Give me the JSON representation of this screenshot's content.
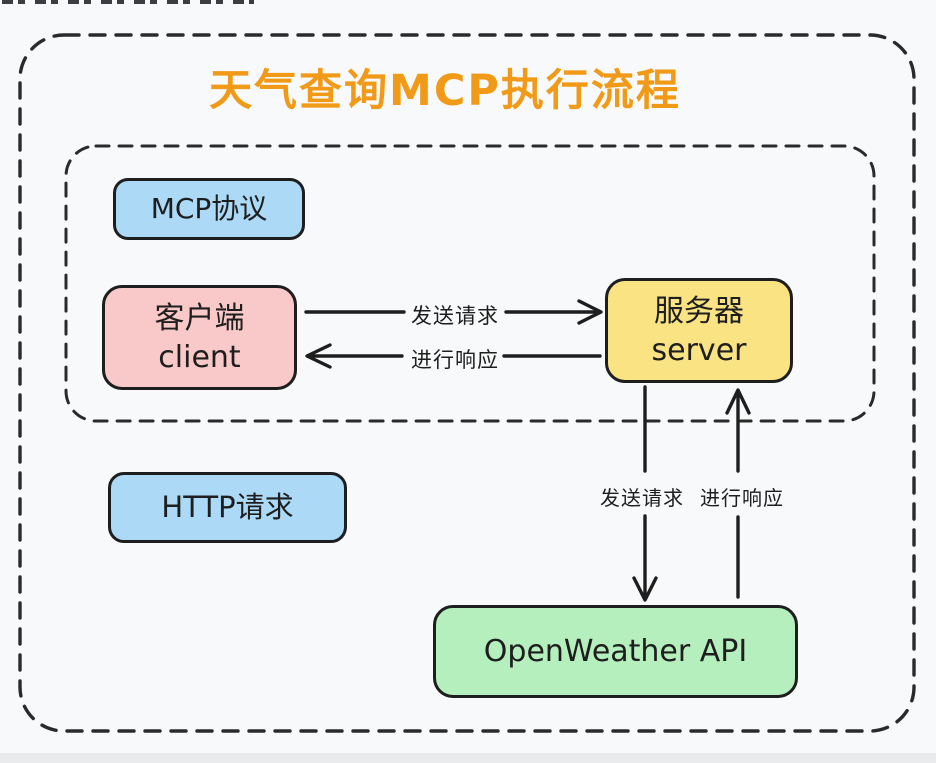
{
  "page": {
    "background_color": "#f8f9fa",
    "bottom_strip_color": "#eaebed",
    "top_artifact_color": "#26282b"
  },
  "diagram": {
    "title": "天气查询MCP执行流程",
    "title_color": "#f19a17",
    "line_color": "#1e1e1e",
    "containers": {
      "outer": {
        "border_style": "dashed"
      },
      "inner": {
        "border_style": "dashed"
      }
    },
    "nodes": {
      "mcp_protocol": {
        "label": "MCP协议",
        "fill": "#abd9f6"
      },
      "client": {
        "label_zh": "客户端",
        "label_en": "client",
        "fill": "#f9c8c8"
      },
      "server": {
        "label_zh": "服务器",
        "label_en": "server",
        "fill": "#f9e383"
      },
      "http_request": {
        "label": "HTTP请求",
        "fill": "#abd9f6"
      },
      "openweather_api": {
        "label": "OpenWeather API",
        "fill": "#b4efbd"
      }
    },
    "edges": {
      "client_to_server": {
        "label": "发送请求"
      },
      "server_to_client": {
        "label": "进行响应"
      },
      "server_to_api": {
        "label": "发送请求"
      },
      "api_to_server": {
        "label": "进行响应"
      }
    }
  }
}
